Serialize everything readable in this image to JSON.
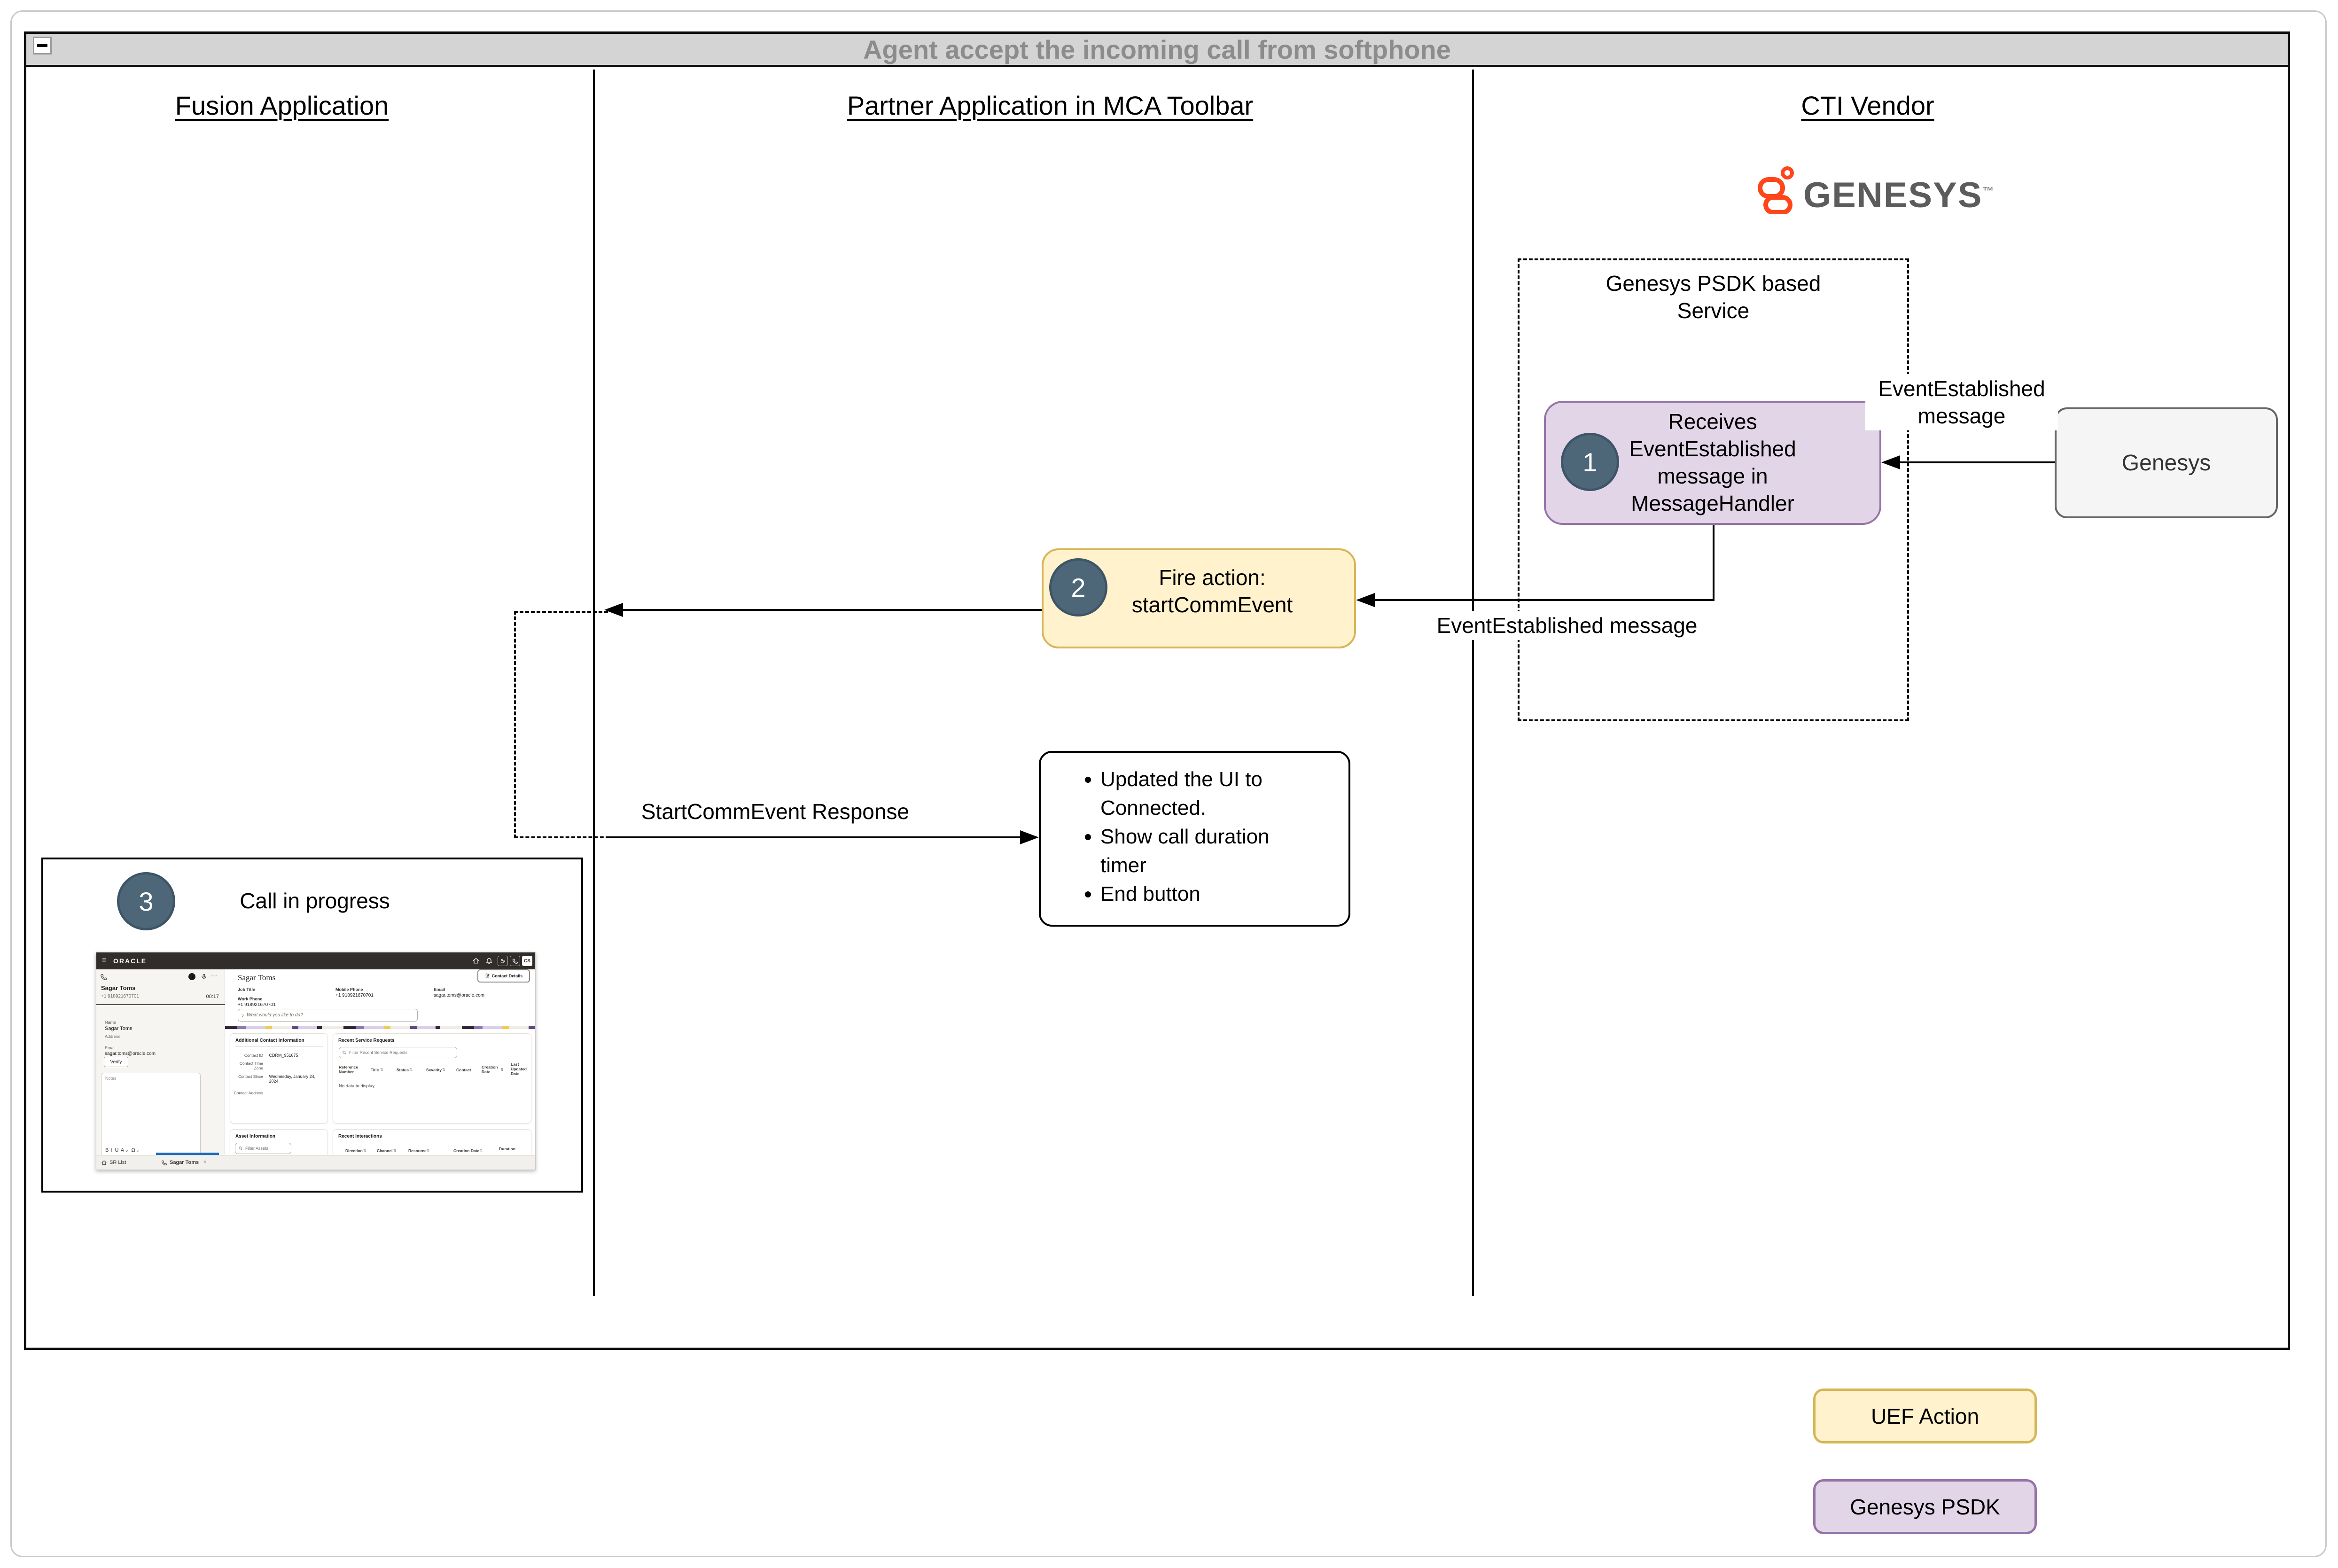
{
  "window": {
    "title": "Agent accept the incoming call from softphone",
    "collapse_label": "collapse"
  },
  "lanes": {
    "fusion": "Fusion Application",
    "partner": "Partner Application in MCA Toolbar",
    "cti": "CTI Vendor"
  },
  "genesys_logo": {
    "wordmark": "GENESYS",
    "tm": "™"
  },
  "service_group": {
    "label_line1": "Genesys PSDK based",
    "label_line2": "Service"
  },
  "step1": {
    "number": "1",
    "line1": "Receives",
    "line2": "EventEstablished",
    "line3": "message in",
    "line4": "MessageHandler"
  },
  "vendor_node": {
    "label": "Genesys"
  },
  "edges": {
    "event_established_right_line1": "EventEstablished",
    "event_established_right_line2": "message",
    "event_established_mid": "EventEstablished message",
    "start_comm_response": "StartCommEvent Response"
  },
  "step2": {
    "number": "2",
    "line1": "Fire action:",
    "line2": "startCommEvent"
  },
  "result_box": {
    "bullet1": "Updated the UI to Connected.",
    "bullet2": "Show call duration timer",
    "bullet3": "End button"
  },
  "step3": {
    "number": "3",
    "label": "Call in progress"
  },
  "legend": {
    "uef": "UEF Action",
    "psdk": "Genesys PSDK"
  },
  "colors": {
    "uef_fill": "#fff2cc",
    "uef_border": "#d6b656",
    "psdk_fill": "#e1d5e7",
    "psdk_border": "#9673a6",
    "step_circle": "#4d6678",
    "genesys_orange": "#ff451a",
    "titlebar": "#d4d4d4"
  },
  "mini": {
    "header": {
      "brand": "ORACLE",
      "avatar": "CS"
    },
    "softphone": {
      "name": "Sagar Toms",
      "number": "+1 918921670701",
      "timer": "00:17",
      "name_label": "Name",
      "name_value": "Sagar Toms",
      "address_label": "Address",
      "email_label": "Email",
      "email_value": "sagar.toms@oracle.com",
      "verify_button": "Verify",
      "notes_placeholder": "Notes",
      "toolbar": "B  I  U  A⌄  Ω⌄"
    },
    "content": {
      "heading": "Sagar Toms",
      "contact_details_button": "Contact Details",
      "job_title_label": "Job Title",
      "work_phone_label": "Work Phone",
      "work_phone_value": "+1 918921670701",
      "mobile_phone_label": "Mobile Phone",
      "mobile_phone_value": "+1 918921670701",
      "email_label": "Email",
      "email_value": "sagar.toms@oracle.com",
      "search_chevron": "›",
      "search_placeholder": "What would you like to do?",
      "cards": {
        "additional": {
          "title": "Additional Contact Information",
          "rows": [
            {
              "label": "Contact ID",
              "value": "CDRM_951675"
            },
            {
              "label": "Contact Time Zone",
              "value": ""
            },
            {
              "label": "Contact Since",
              "value": "Wednesday, January 24, 2024"
            },
            {
              "label": "Contact Address",
              "value": ""
            }
          ]
        },
        "service_requests": {
          "title": "Recent Service Requests",
          "filter_placeholder": "Filter Recent Service Requests",
          "columns": [
            "Reference Number",
            "Title",
            "Status",
            "Severity",
            "Contact",
            "Creation Date",
            "Last Updated Date"
          ],
          "empty": "No data to display.",
          "sort_glyph": "⇅"
        },
        "assets": {
          "title": "Asset Information",
          "filter_placeholder": "Filter Assets"
        },
        "interactions": {
          "title": "Recent Interactions",
          "columns": [
            "Direction",
            "Channel",
            "Resource",
            "Creation Date",
            "Duration"
          ]
        }
      }
    },
    "tabs": {
      "sr_list": "SR List",
      "contact": "Sagar Toms",
      "close": "×"
    }
  }
}
